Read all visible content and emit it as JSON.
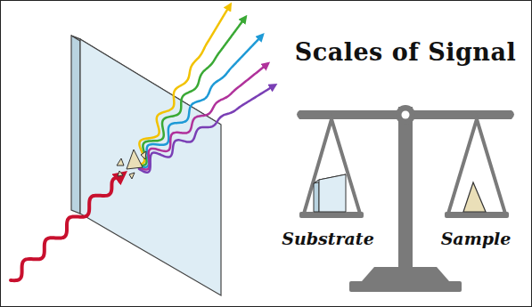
{
  "diagram": {
    "title": "Scales of Signal",
    "labels": [
      "Substrate",
      "Sample"
    ]
  }
}
